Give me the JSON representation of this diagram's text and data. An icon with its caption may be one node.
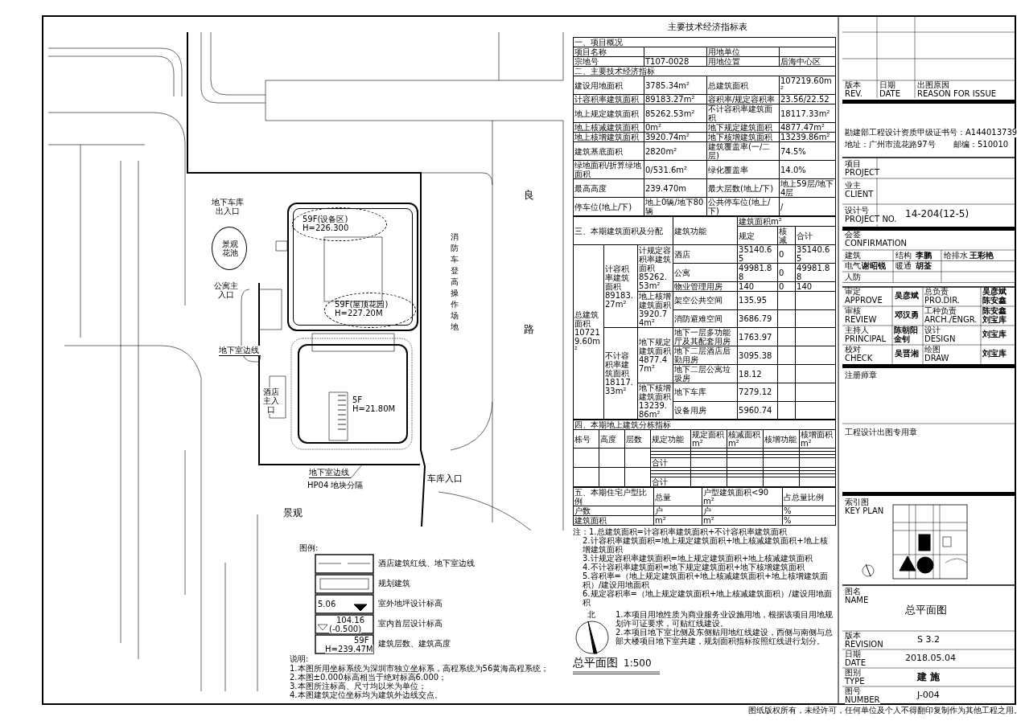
{
  "diagram": {
    "nodes": [
      {
        "text": [],
        "shape": "box"
      },
      {
        "text": [
          "59F(设备区) H=226.300"
        ],
        "in": 0
      },
      {
        "text": [
          "59F(屋顶花园) H=227.20M"
        ],
        "in": 0
      },
      {
        "text": [
          "5F H=21.80M"
        ]
      },
      {
        "text": [
          "景观花池"
        ]
      },
      {
        "text": [
          "地下室边线"
        ]
      },
      {
        "text": [
          "地下室边线"
        ]
      }
    ],
    "edges": [
      {
        "from": 5,
        "to": null,
        "arrow": "none"
      },
      {
        "from": 6,
        "to": null,
        "arrow": "none"
      }
    ],
    "labels": [
      "良",
      "路",
      "消防车登高操作场地",
      "地下车库出入口",
      "公寓主入口",
      "酒店主入口",
      "车库入口",
      "景观",
      "HP04 地块分隔",
      "北",
      "1.本项目用地性质为商业服务业设施用地，根据该项目用地规划许可证要求，可贴红线建设。",
      "2.本项目地下室北侧及东侧贴用地红线建设，西侧与南侧与总部大楼项目地下室共建，规划面积指标按照红线进行划分。",
      "总平面图",
      "1:500",
      "图例:",
      "5.06",
      "104.16",
      "(-0.500)",
      "59F",
      "H=239.47M",
      "说明:",
      "1.本图所用坐标系统为深圳市独立坐标系，高程系统为56黄海高程系统；",
      "2.本图±0.000标高相当于绝对标高6.000；",
      "3.本图所注标高、尺寸均以米为单位；",
      "4.本图建筑定位坐标均为建筑外边线交点。",
      "主要技术经济指标表",
      "一、项目概况",
      "项目名称",
      "用地单位",
      "宗地号",
      "T107-0028",
      "用地位置",
      "后海中心区",
      "二、主要技术经济指标",
      "建设用地面积",
      "3785.34m²",
      "总建筑面积",
      "107219.60m²",
      "计容积率建筑面积",
      "89183.27m²",
      "容积率/规定容积率",
      "23.56/22.52",
      "地上规定建筑面积",
      "85262.53m²",
      "不计容积率建筑面积",
      "18117.33m²",
      "地上核减建筑面积",
      "0m²",
      "地下规定建筑面积",
      "4877.47m²",
      "地上核增建筑面积",
      "3920.74m²",
      "地下核增建筑面积",
      "13239.86m²",
      "建筑基底面积",
      "2820m²",
      "建筑覆盖率(一/二层)",
      "74.5%",
      "绿地面积/折算绿地面积",
      "0/531.6m²",
      "绿化覆盖率",
      "14.0%",
      "最高高度",
      "239.470m",
      "最大层数(地上/下)",
      "地上59层/地下4层",
      "停车位(地上/下)",
      "地上0辆/地下80辆",
      "公共停车位(地上/下)",
      "/",
      "三、本期建筑面积及分配",
      "建筑功能",
      "建筑面积m²",
      "规定",
      "核减",
      "合计",
      "总建筑面积 107219.60m²",
      "计容积率建筑面积 89183.27m²",
      "计规定容积率建筑面积 85262.53m²",
      "酒店",
      "35140.65",
      "0",
      "35140.65",
      "公寓",
      "49981.88",
      "0",
      "49981.88",
      "物业管理用房",
      "140",
      "0",
      "140",
      "地上核增建筑面积 3920.74m²",
      "架空公共空间",
      "135.95",
      "消防避难空间",
      "3686.79",
      "不计容积率建筑面积 18117.33m²",
      "地下规定建筑面积 4877.47m²",
      "地下一层多功能厅及其配套用房",
      "1763.97",
      "地下二层酒店后勤用房",
      "3095.38",
      "地下二层公寓垃圾房",
      "18.12",
      "地下核增建筑面积 13239.86m²",
      "地下车库",
      "7279.12",
      "设备用房",
      "5960.74",
      "四、本期地上建筑分栋指标",
      "栋号",
      "高度",
      "层数",
      "规定功能",
      "规定面积m²",
      "核减面积m²",
      "核增功能",
      "核增面积m²",
      "合计",
      "合计",
      "五、本期住宅户型比例",
      "总量",
      "户型建筑面积<90 m²",
      "占总量比例",
      "户数",
      "户",
      "户",
      "%",
      "建筑面积",
      "m²",
      "m²",
      "%",
      "注：1.总建筑面积=计容积率建筑面积+不计容积率建筑面积",
      "2.计容积率建筑面积=地上规定建筑面积+地上核减建筑面积+地上核增建筑面积",
      "3.计规定容积率建筑面积=地上规定建筑面积+地上核减建筑面积",
      "4.不计容积率建筑面积=地下规定建筑面积+地下核增建筑面积",
      "5.容积率=（地上规定建筑面积+地上核减建筑面积+地上核增建筑面积）/建设用地面积",
      "6.规定容积率=（地上规定建筑面积+地上核减建筑面积）/建设用地面积",
      "版本",
      "REV.",
      "日期",
      "DATE",
      "出图原因",
      "REASON FOR ISSUE",
      "勘建部工程设计资质甲级证书号：A144013739",
      "地址：广州市流花路97号",
      "邮编：510010",
      "项目",
      "PROJECT",
      "业主",
      "CLIENT",
      "设计号",
      "PROJECT NO.",
      "14-204(12-5)",
      "会签",
      "CONFIRMATION",
      "建筑",
      "结构",
      "李鹏",
      "给排水",
      "王彩艳",
      "电气",
      "谢昭锐",
      "暖通",
      "胡荃",
      "人防",
      "审定",
      "APPROVE",
      "吴彦斌",
      "总负责",
      "PRO.DIR.",
      "吴彦斌陈安鑫",
      "审核",
      "REVIEW",
      "邓汉勇",
      "工种负责",
      "ARCH./ENGR.",
      "陈安鑫刘宝库",
      "主持人",
      "PRINCIPAL",
      "陈朝阳金钊",
      "设计",
      "DESIGN",
      "刘宝库",
      "校对",
      "CHECK",
      "吴晋湘",
      "绘图",
      "DRAW",
      "刘宝库",
      "注册师章",
      "工程设计出图专用章",
      "索引图",
      "KEY PLAN",
      "图名",
      "NAME",
      "总平面图",
      "版本",
      "REVISION",
      "S 3.2",
      "日期",
      "DATE",
      "2018.05.04",
      "图别",
      "TYPE",
      "建 施",
      "图号",
      "NUMBER",
      "J-004",
      "图纸版权所有，未经许可，任何单位及个人不得翻印复制作为其他工程之用。"
    ],
    "legend": [
      {
        "text": "酒店建筑红线、地下室边线"
      },
      {
        "text": "规划建筑"
      },
      {
        "text": "室外地坪设计标高"
      },
      {
        "text": "室内首层设计标高"
      },
      {
        "text": "建筑层数、建筑高度"
      }
    ]
  }
}
